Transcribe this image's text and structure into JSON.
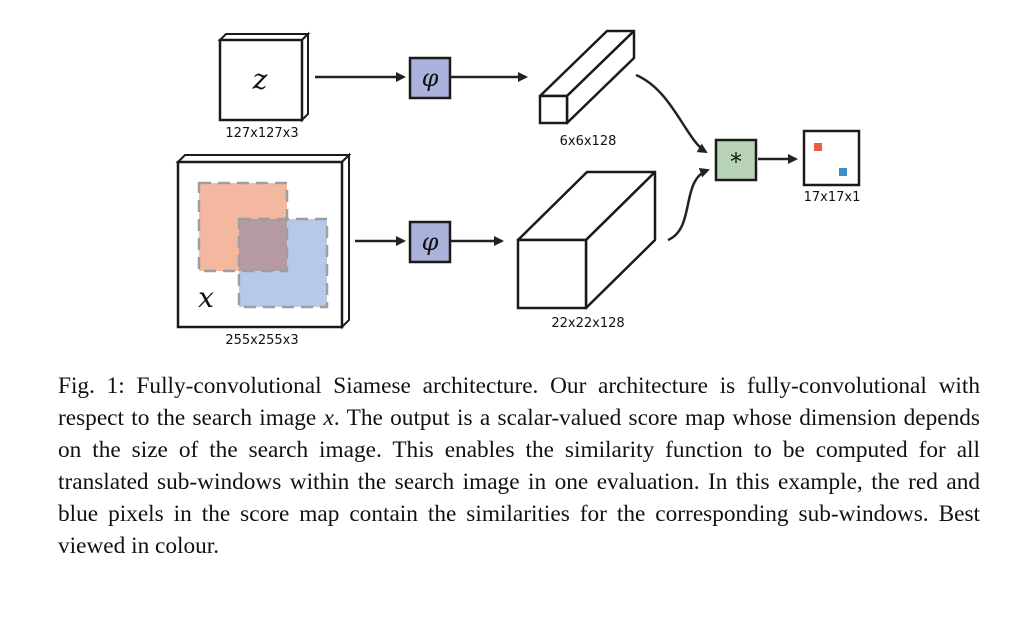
{
  "diagram": {
    "exemplar": {
      "symbol": "z",
      "dims": "127x127x3"
    },
    "search": {
      "symbol": "x",
      "dims": "255x255x3"
    },
    "embedding_op": {
      "symbol": "φ",
      "color": "#aab2dc"
    },
    "exemplar_features": {
      "dims": "6x6x128"
    },
    "search_features": {
      "dims": "22x22x128"
    },
    "correlation_op": {
      "symbol": "*",
      "color": "#b9d3b6"
    },
    "score_map": {
      "dims": "17x17x1",
      "pixel_colors": {
        "red": "#e85f3f",
        "blue": "#3f8cc6"
      }
    },
    "subwindow_colors": {
      "red": "#f4b8a0",
      "blue": "#b6c9ea",
      "overlap": "#b69aa3",
      "dash": "#9e9e9e"
    }
  },
  "caption": {
    "fig_label": "Fig. 1:",
    "part1": " Fully-convolutional Siamese architecture. Our architecture is fully-convolutional with respect to the search image ",
    "math_var": "x",
    "part2": ". The output is a scalar-valued score map whose dimension depends on the size of the search image. This enables the similarity function to be computed for all translated sub-windows within the search image in one evaluation. In this example, the red and blue pixels in the score map contain the similarities for the corresponding sub-windows. Best viewed in colour."
  }
}
